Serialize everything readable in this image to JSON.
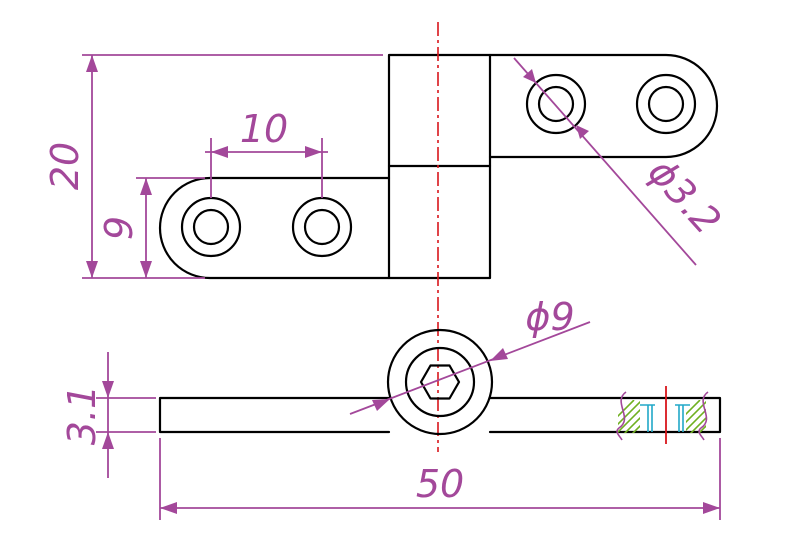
{
  "dimensions": {
    "height_overall": "20",
    "hole_spacing": "10",
    "leaf_height": "9",
    "hole_diameter": "ϕ3.2",
    "pin_diameter": "ϕ9",
    "thickness": "3.1",
    "length_overall": "50"
  },
  "colors": {
    "object_line": "#000000",
    "dimension": "#a3489a",
    "centerline": "#d9161c",
    "hatch": "#70b020",
    "hidden": "#22a8c8"
  }
}
